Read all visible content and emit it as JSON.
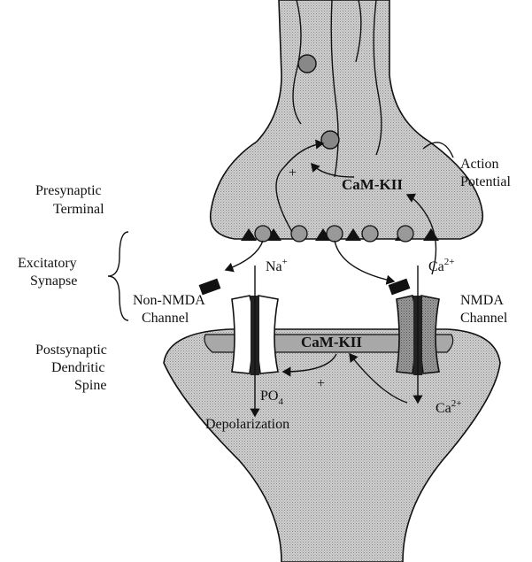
{
  "labels": {
    "action_potential_1": "Action",
    "action_potential_2": "Potential",
    "presynaptic_1": "Presynaptic",
    "presynaptic_2": "Terminal",
    "excitatory_1": "Excitatory",
    "excitatory_2": "Synapse",
    "non_nmda_1": "Non-NMDA",
    "non_nmda_2": "Channel",
    "nmda_1": "NMDA",
    "nmda_2": "Channel",
    "postsynaptic_1": "Postsynaptic",
    "postsynaptic_2": "Dendritic",
    "postsynaptic_3": "Spine",
    "camkii_pre": "CaM-KII",
    "camkii_post": "CaM-KII",
    "na_plus": "Na",
    "plus_sign": "+",
    "ca_pre": "Ca",
    "ca_post": "Ca",
    "charge_2plus": "2+",
    "po4": "PO",
    "po4_sub": "4",
    "plus_pre": "+",
    "plus_post": "+",
    "depolarization": "Depolarization"
  },
  "colors": {
    "fill": "#c8c8c8",
    "channel_dark": "#8a8a8a",
    "ink": "#111111"
  }
}
